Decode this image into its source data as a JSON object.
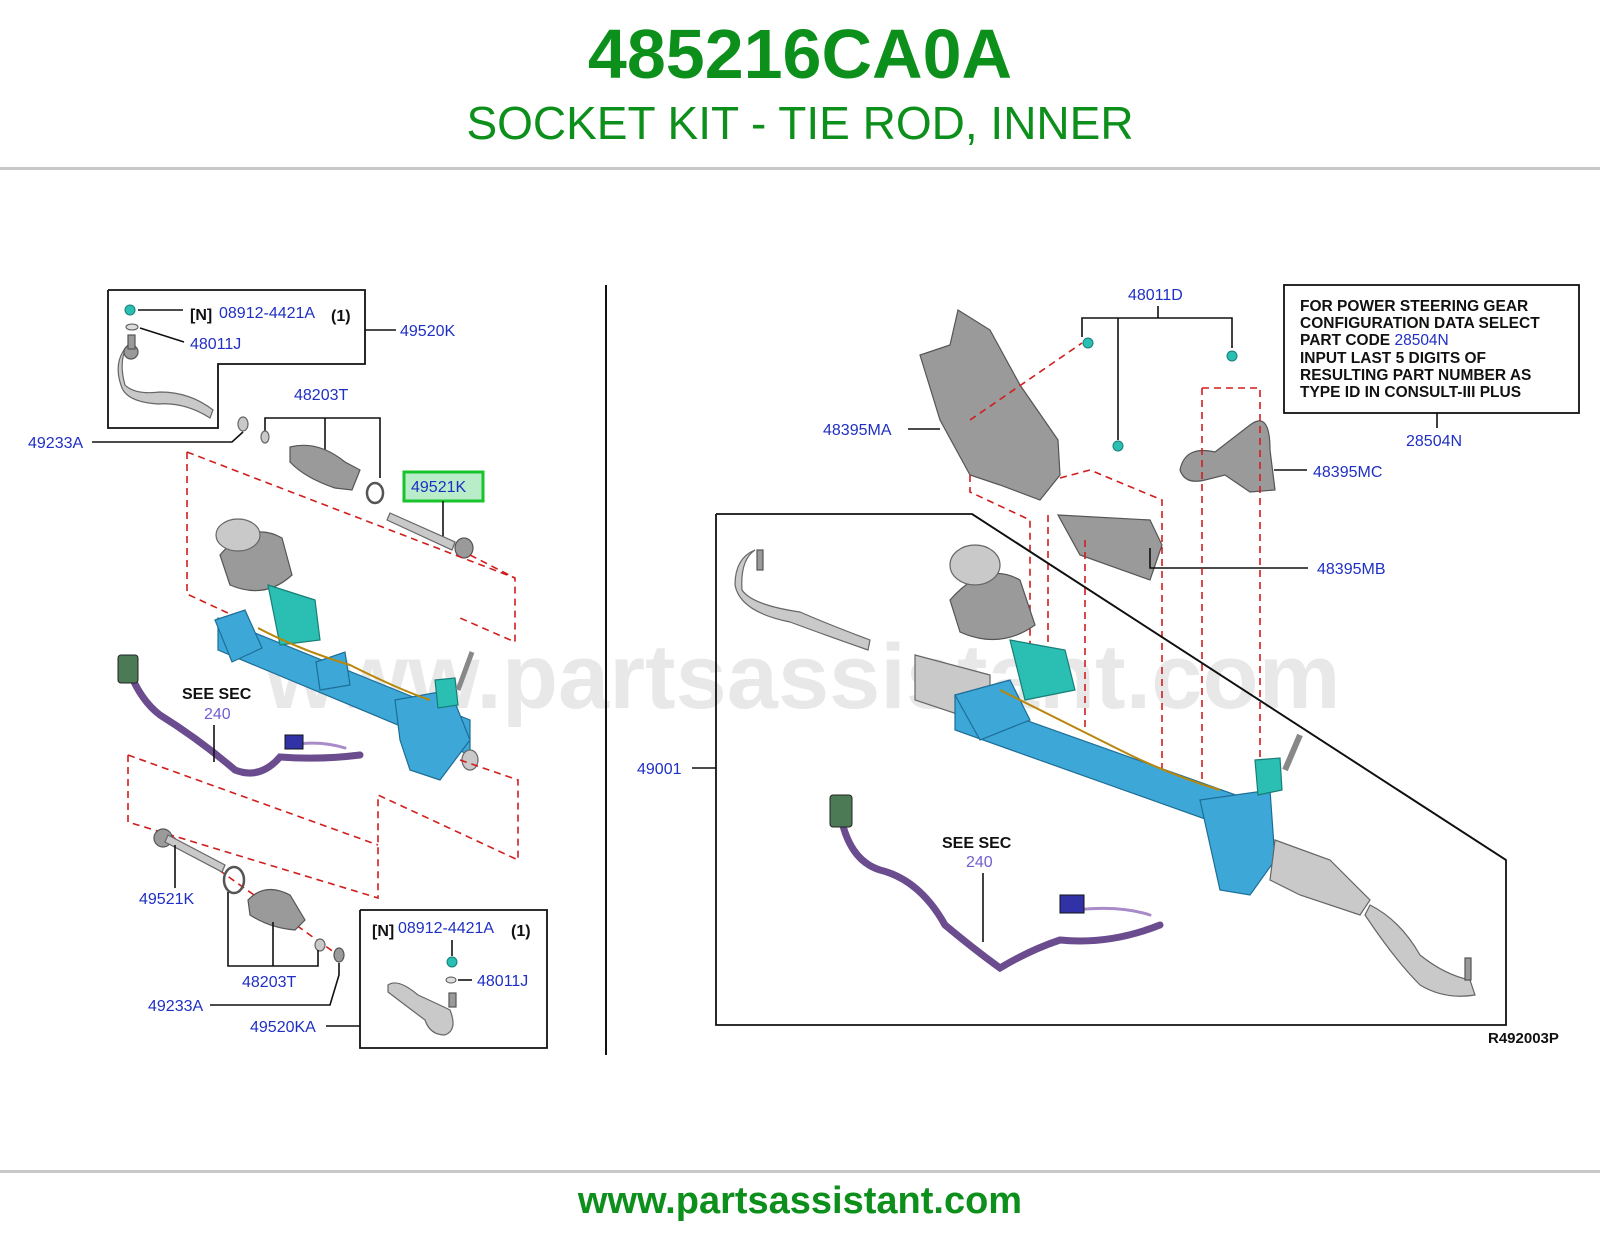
{
  "header": {
    "part_number": "485216CA0A",
    "part_name": "SOCKET KIT - TIE ROD, INNER"
  },
  "diagram": {
    "watermark": "www.partsassistant.com",
    "figure_code": "R492003P",
    "left": {
      "kit_top_bolt": "08912-4421A",
      "kit_top_n": "[N]",
      "kit_top_qty": "(1)",
      "kit_top_washer": "48011J",
      "kit_top_label": "49520K",
      "nut_top": "49233A",
      "boot_top": "48203T",
      "highlighted_part": "49521K",
      "see_sec": "SEE SEC",
      "see_sec_num": "240",
      "inner_rod_bottom": "49521K",
      "boot_bottom": "48203T",
      "nut_bottom": "49233A",
      "kit_bottom_label": "49520KA",
      "kit_bottom_n": "[N]",
      "kit_bottom_bolt": "08912-4421A",
      "kit_bottom_qty": "(1)",
      "kit_bottom_washer": "48011J"
    },
    "right": {
      "bolt": "48011D",
      "cover_a": "48395MA",
      "cover_c": "48395MC",
      "cover_b": "48395MB",
      "assembly": "49001",
      "see_sec": "SEE SEC",
      "see_sec_num": "240",
      "note_lines": [
        "FOR POWER STEERING GEAR",
        "CONFIGURATION DATA SELECT"
      ],
      "note_line3_prefix": "PART CODE ",
      "note_line3_code": "28504N",
      "note_lines_after": [
        "INPUT LAST 5 DIGITS OF",
        "RESULTING PART NUMBER AS",
        "TYPE ID IN CONSULT-III PLUS"
      ],
      "note_label": "28504N"
    }
  },
  "footer": {
    "url": "www.partsassistant.com"
  },
  "colors": {
    "brand_green": "#0d8f1b",
    "part_blue": "#1f2fc4",
    "highlight_green": "#17c42b",
    "highlight_fill": "#b9ecc8",
    "leader_red": "#d21d1d"
  }
}
